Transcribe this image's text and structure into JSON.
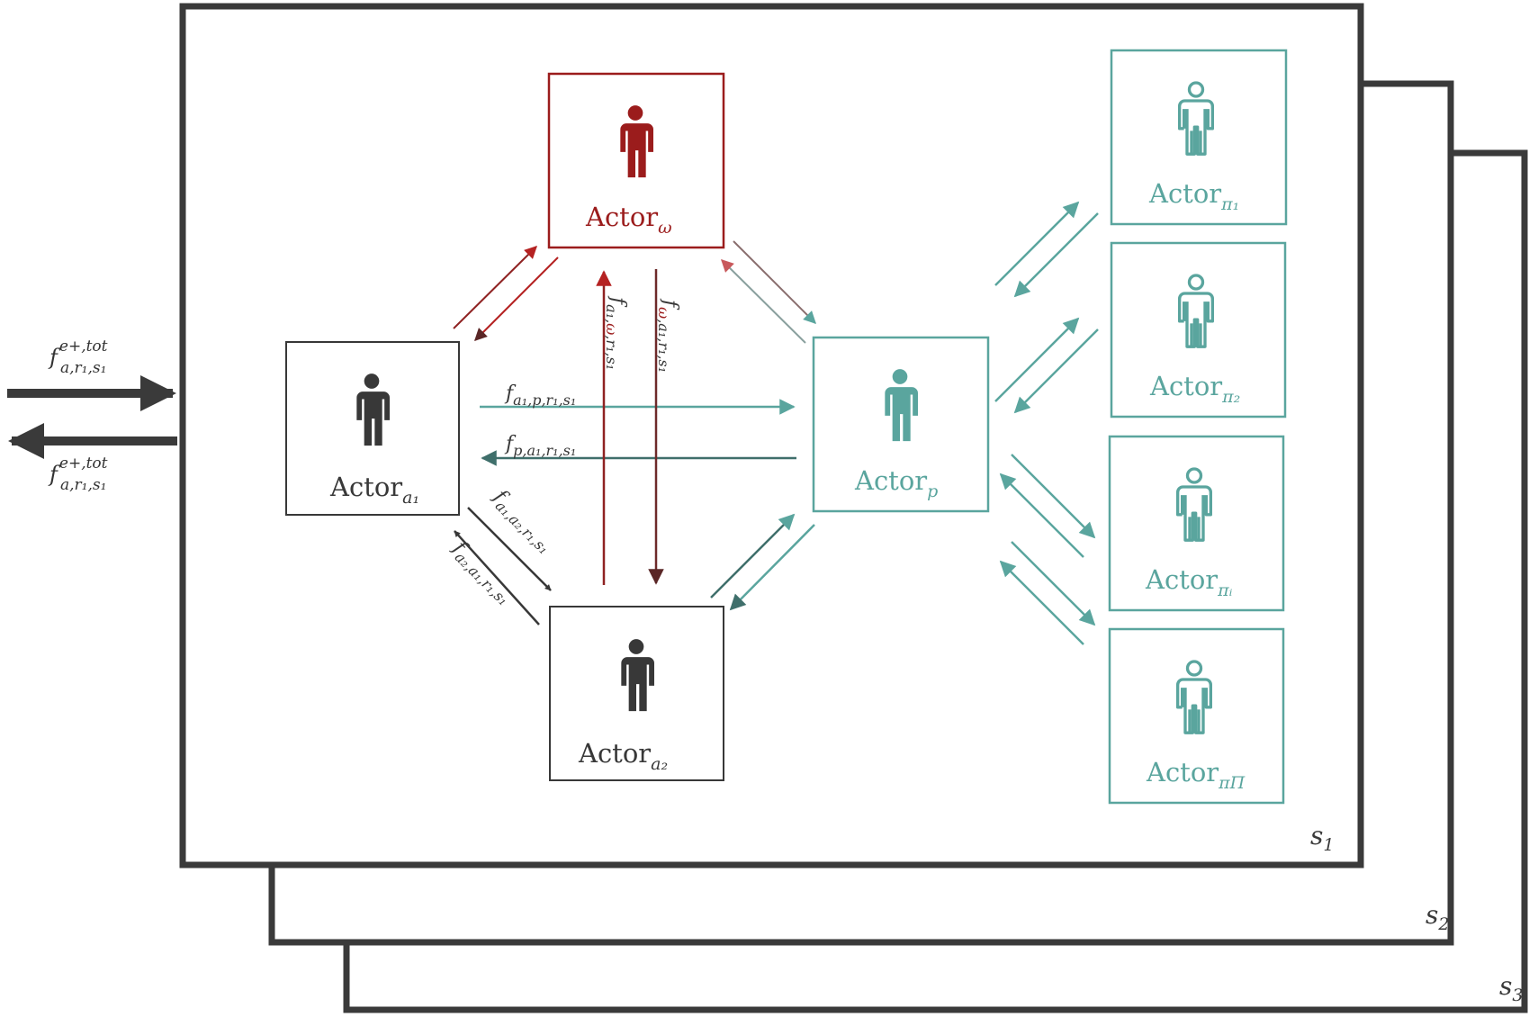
{
  "colors": {
    "dark": "#383838",
    "red": "#9b1c1c",
    "teal": "#5aa59e",
    "frame": "#3a3a3a"
  },
  "icons": {
    "actor_filled": "person-filled-icon",
    "actor_outline": "person-outline-icon"
  },
  "scenarios": [
    {
      "base": "s",
      "sub": "1"
    },
    {
      "base": "s",
      "sub": "2"
    },
    {
      "base": "s",
      "sub": "3"
    }
  ],
  "actors": {
    "a1": {
      "base": "Actor",
      "sub": "a₁"
    },
    "a2": {
      "base": "Actor",
      "sub": "a₂"
    },
    "omega": {
      "base": "Actor",
      "sub": "ω"
    },
    "p": {
      "base": "Actor",
      "sub": "p"
    },
    "pi1": {
      "base": "Actor",
      "sub": "π₁"
    },
    "pi2": {
      "base": "Actor",
      "sub": "π₂"
    },
    "pii": {
      "base": "Actor",
      "sub": "πᵢ"
    },
    "piP": {
      "base": "Actor",
      "sub": "πΠ"
    }
  },
  "flows": {
    "ext_in": {
      "base": "f",
      "sup": "e+,tot",
      "sub": "a,r₁,s₁"
    },
    "ext_out": {
      "base": "f",
      "sup": "e+,tot",
      "sub": "a,r₁,s₁"
    },
    "a1_p": {
      "base": "f",
      "sub": "a₁,p,r₁,s₁"
    },
    "p_a1": {
      "base": "f",
      "sub": "p,a₁,r₁,s₁"
    },
    "a1_omega": {
      "base": "f",
      "sub_pre": "a₁,",
      "sub_red": "ω",
      "sub_post": ",r₁,s₁"
    },
    "omega_a1": {
      "base": "f",
      "sub_red": "ω",
      "sub_post": ",a₁,r₁,s₁"
    },
    "a1_a2": {
      "base": "f",
      "sub": "a₁,a₂,r₁,s₁"
    },
    "a2_a1": {
      "base": "f",
      "sub": "a₂,a₁,r₁,s₁"
    }
  }
}
